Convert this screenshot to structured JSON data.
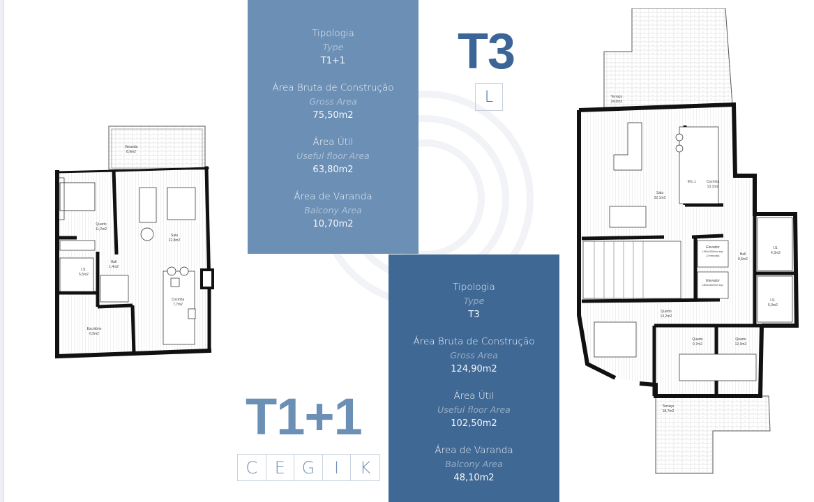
{
  "t1_1": {
    "title": "T1+1",
    "letters": [
      "C",
      "E",
      "G",
      "I",
      "K"
    ],
    "panel": {
      "type_label": "Tipologia",
      "type_sub": "Type",
      "type_value": "T1+1",
      "gross_label": "Área Bruta de Construção",
      "gross_sub": "Gross Area",
      "gross_value": "75,50m2",
      "useful_label": "Área Útil",
      "useful_sub": "Useful floor Area",
      "useful_value": "63,80m2",
      "balcony_label": "Área de Varanda",
      "balcony_sub": "Balcony Area",
      "balcony_value": "10,70m2"
    },
    "rooms": {
      "varanda": {
        "name": "Varanda",
        "area": "8,9m2"
      },
      "quarto": {
        "name": "Quarto",
        "area": "11,2m2"
      },
      "sala": {
        "name": "Sala",
        "area": "22,8m2"
      },
      "hall": {
        "name": "Hall",
        "area": "1,4m2"
      },
      "is": {
        "name": "I.S.",
        "area": "5,5m2"
      },
      "cozinha": {
        "name": "Cozinha",
        "area": "7,7m2"
      },
      "escritorio": {
        "name": "Escritório",
        "area": "6,5m2"
      }
    }
  },
  "t3": {
    "title": "T3",
    "letter": "L",
    "panel": {
      "type_label": "Tipologia",
      "type_sub": "Type",
      "type_value": "T3",
      "gross_label": "Área Bruta de Construção",
      "gross_sub": "Gross Area",
      "gross_value": "124,90m2",
      "useful_label": "Área Útil",
      "useful_sub": "Useful floor Area",
      "useful_value": "102,50m2",
      "balcony_label": "Área de Varanda",
      "balcony_sub": "Balcony Area",
      "balcony_value": "48,10m2"
    },
    "rooms": {
      "terraco_top": {
        "name": "Terraço",
        "area": "24,0m2"
      },
      "sala": {
        "name": "Sala",
        "area": "32,1m2"
      },
      "mll": {
        "name": "M.L.L"
      },
      "cozinha": {
        "name": "Cozinha",
        "area": "13,1m2"
      },
      "elevador1": {
        "name": "Elevador",
        "dims": "1350x1550mm esp.",
        "note": "(2 entradas)"
      },
      "elevador2": {
        "name": "Elevador",
        "dims": "1800x1600mm esp."
      },
      "hall": {
        "name": "Hall",
        "area": "9,6m2"
      },
      "is1": {
        "name": "I.S.",
        "area": "4,3m2"
      },
      "is2": {
        "name": "I.S.",
        "area": "5,0m2"
      },
      "quarto1": {
        "name": "Quarto",
        "area": "13,2m2"
      },
      "quarto2": {
        "name": "Quarto",
        "area": "9,7m2"
      },
      "quarto3": {
        "name": "Quarto",
        "area": "12,0m2"
      },
      "terraco_bottom": {
        "name": "Terraço",
        "area": "18,7m2"
      }
    }
  },
  "colors": {
    "panel_light": "#6b8fb5",
    "panel_dark": "#3f6894",
    "title_dark": "#3a6596",
    "title_light": "#6b8fb5"
  }
}
